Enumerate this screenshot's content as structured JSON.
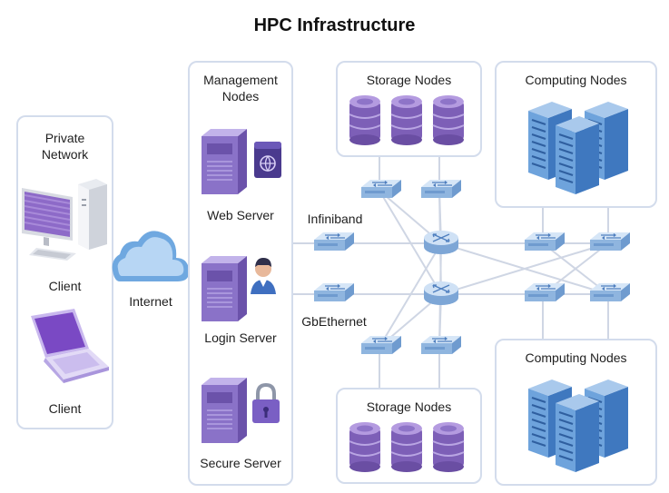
{
  "title": "HPC Infrastructure",
  "private_network": {
    "title": "Private\nNetwork",
    "clients": [
      "Client",
      "Client"
    ]
  },
  "internet": {
    "label": "Internet"
  },
  "management": {
    "title": "Management\nNodes",
    "servers": [
      "Web Server",
      "Login Server",
      "Secure Server"
    ]
  },
  "networks": {
    "infiniband": "Infiniband",
    "gbethernet": "GbEthernet"
  },
  "storage": {
    "top": "Storage Nodes",
    "bottom": "Storage Nodes"
  },
  "computing": {
    "top": "Computing Nodes",
    "bottom": "Computing Nodes"
  },
  "colors": {
    "panel_border": "#d3dcec",
    "server_purple": "#8a72c8",
    "rack_blue": "#5d93d1",
    "switch_blue": "#a9c7e8",
    "link_line": "#cfd6e4"
  }
}
